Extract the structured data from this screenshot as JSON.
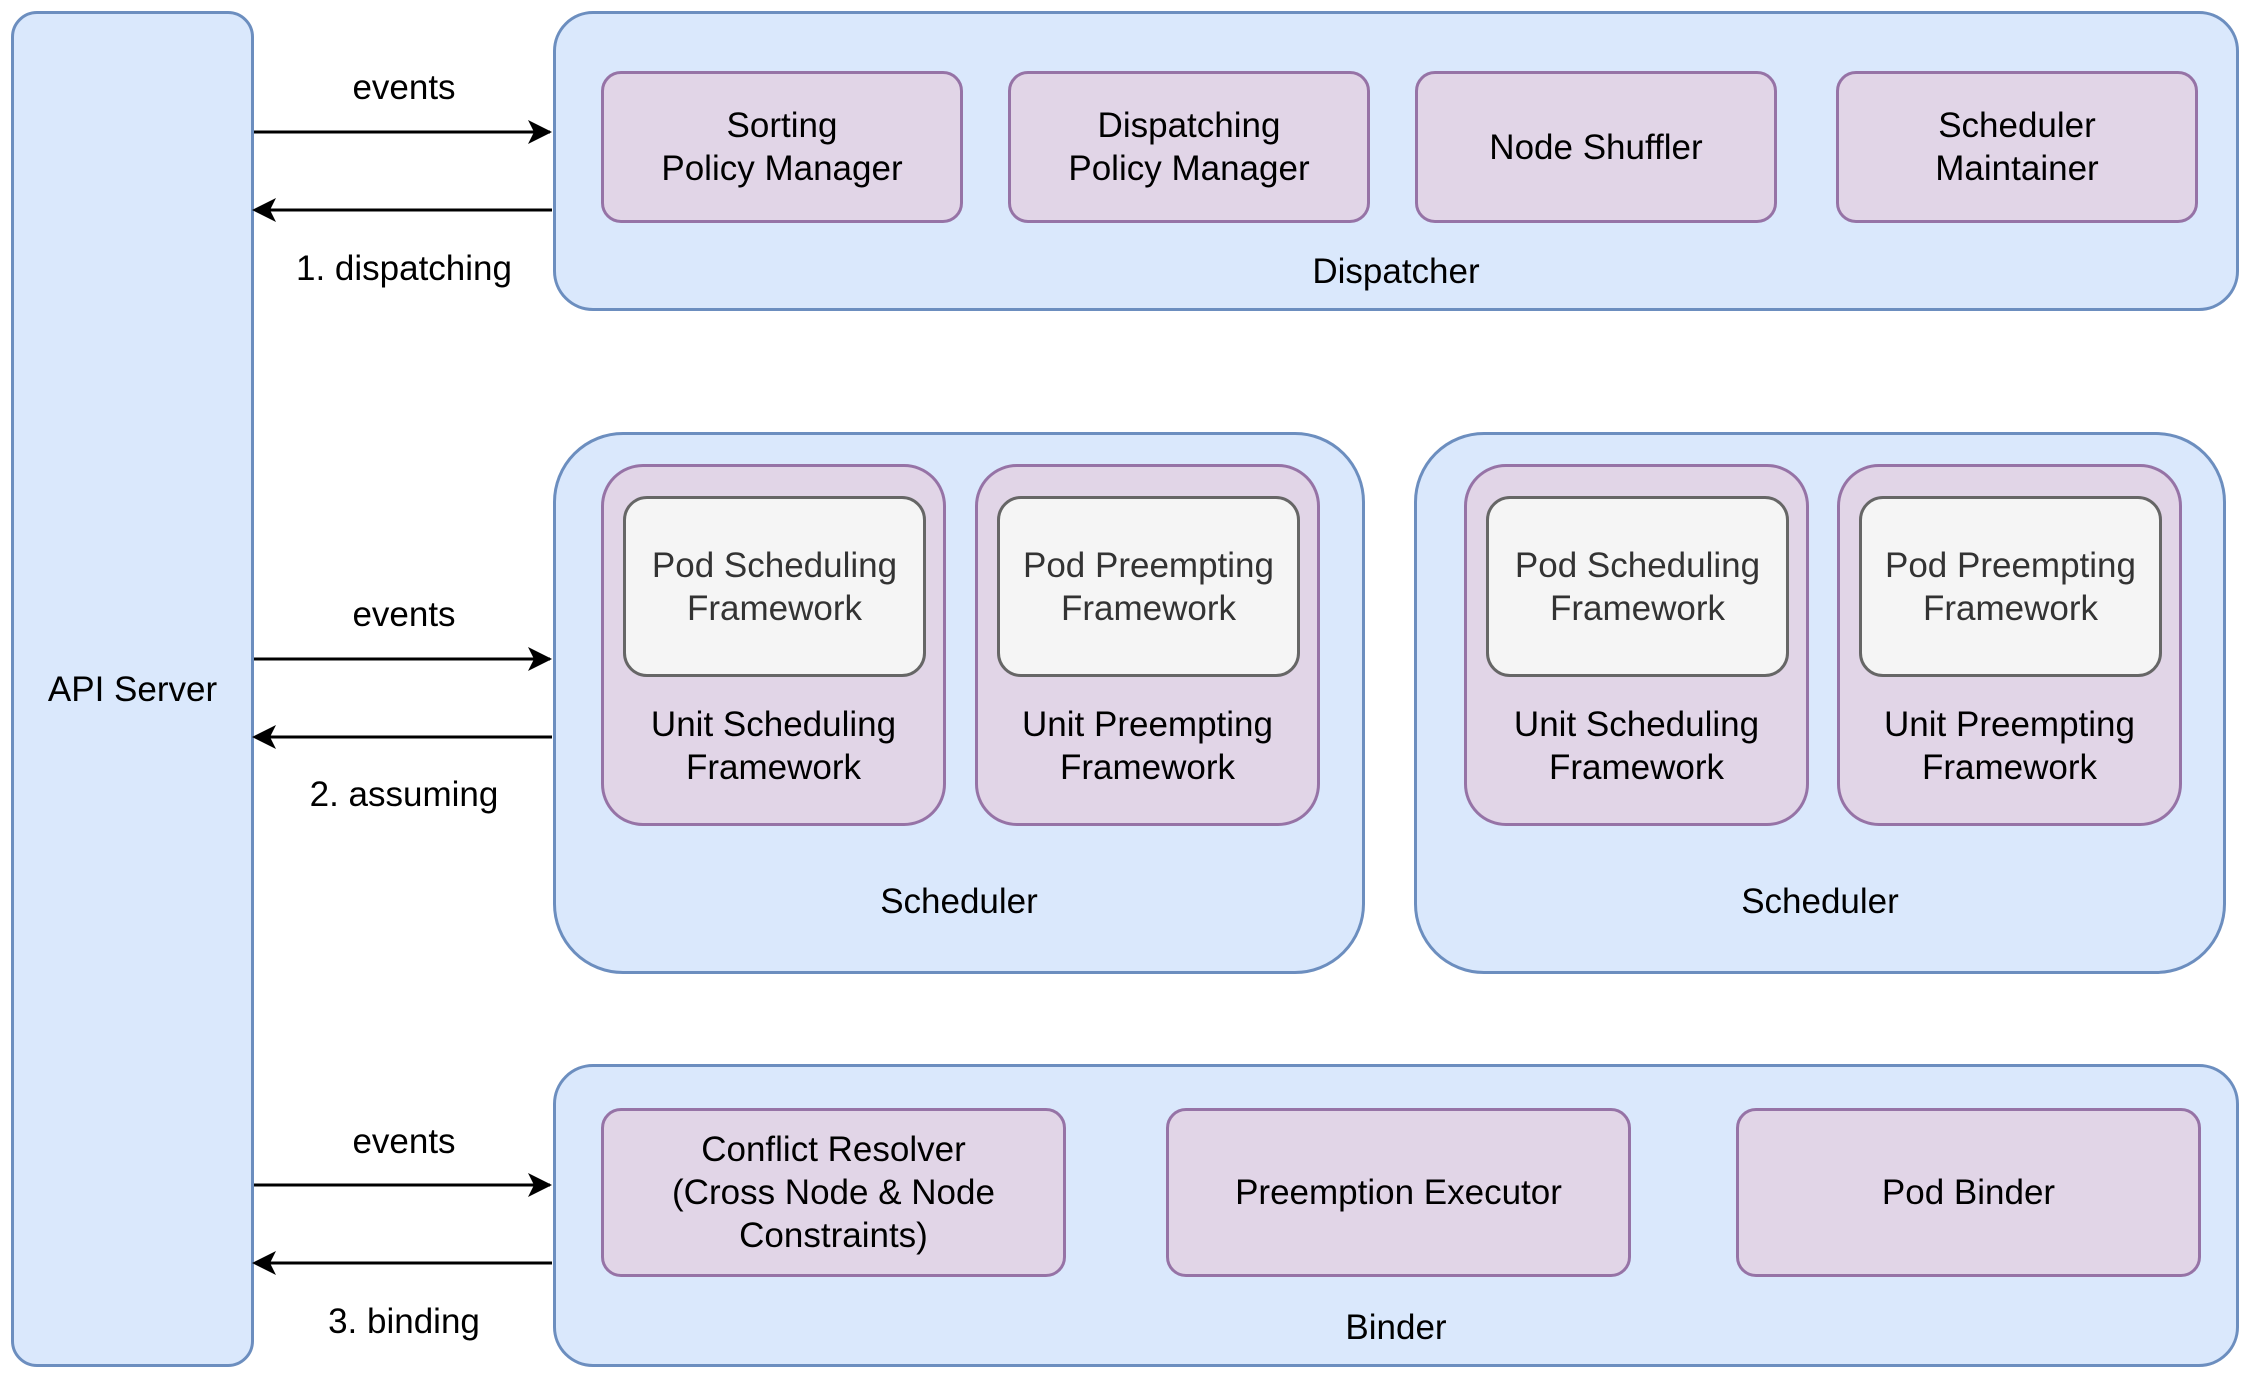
{
  "api_server": {
    "label": "API Server"
  },
  "edges": [
    {
      "in": "events",
      "out": "1. dispatching"
    },
    {
      "in": "events",
      "out": "2. assuming"
    },
    {
      "in": "events",
      "out": "3. binding"
    }
  ],
  "dispatcher": {
    "label": "Dispatcher",
    "items": [
      "Sorting\nPolicy Manager",
      "Dispatching\nPolicy Manager",
      "Node Shuffler",
      "Scheduler\nMaintainer"
    ]
  },
  "schedulers": [
    {
      "label": "Scheduler",
      "units": [
        {
          "inner": "Pod Scheduling\nFramework",
          "outer": "Unit Scheduling\nFramework"
        },
        {
          "inner": "Pod Preempting\nFramework",
          "outer": "Unit Preempting\nFramework"
        }
      ]
    },
    {
      "label": "Scheduler",
      "units": [
        {
          "inner": "Pod Scheduling\nFramework",
          "outer": "Unit Scheduling\nFramework"
        },
        {
          "inner": "Pod Preempting\nFramework",
          "outer": "Unit Preempting\nFramework"
        }
      ]
    }
  ],
  "binder": {
    "label": "Binder",
    "items": [
      "Conflict Resolver\n(Cross Node & Node\nConstraints)",
      "Preemption Executor",
      "Pod Binder"
    ]
  },
  "colors": {
    "container_fill": "#dae8fc",
    "container_stroke": "#6c8ebf",
    "module_fill": "#e1d5e7",
    "module_stroke": "#9673a6",
    "framework_fill": "#f5f5f5",
    "framework_stroke": "#666666"
  }
}
